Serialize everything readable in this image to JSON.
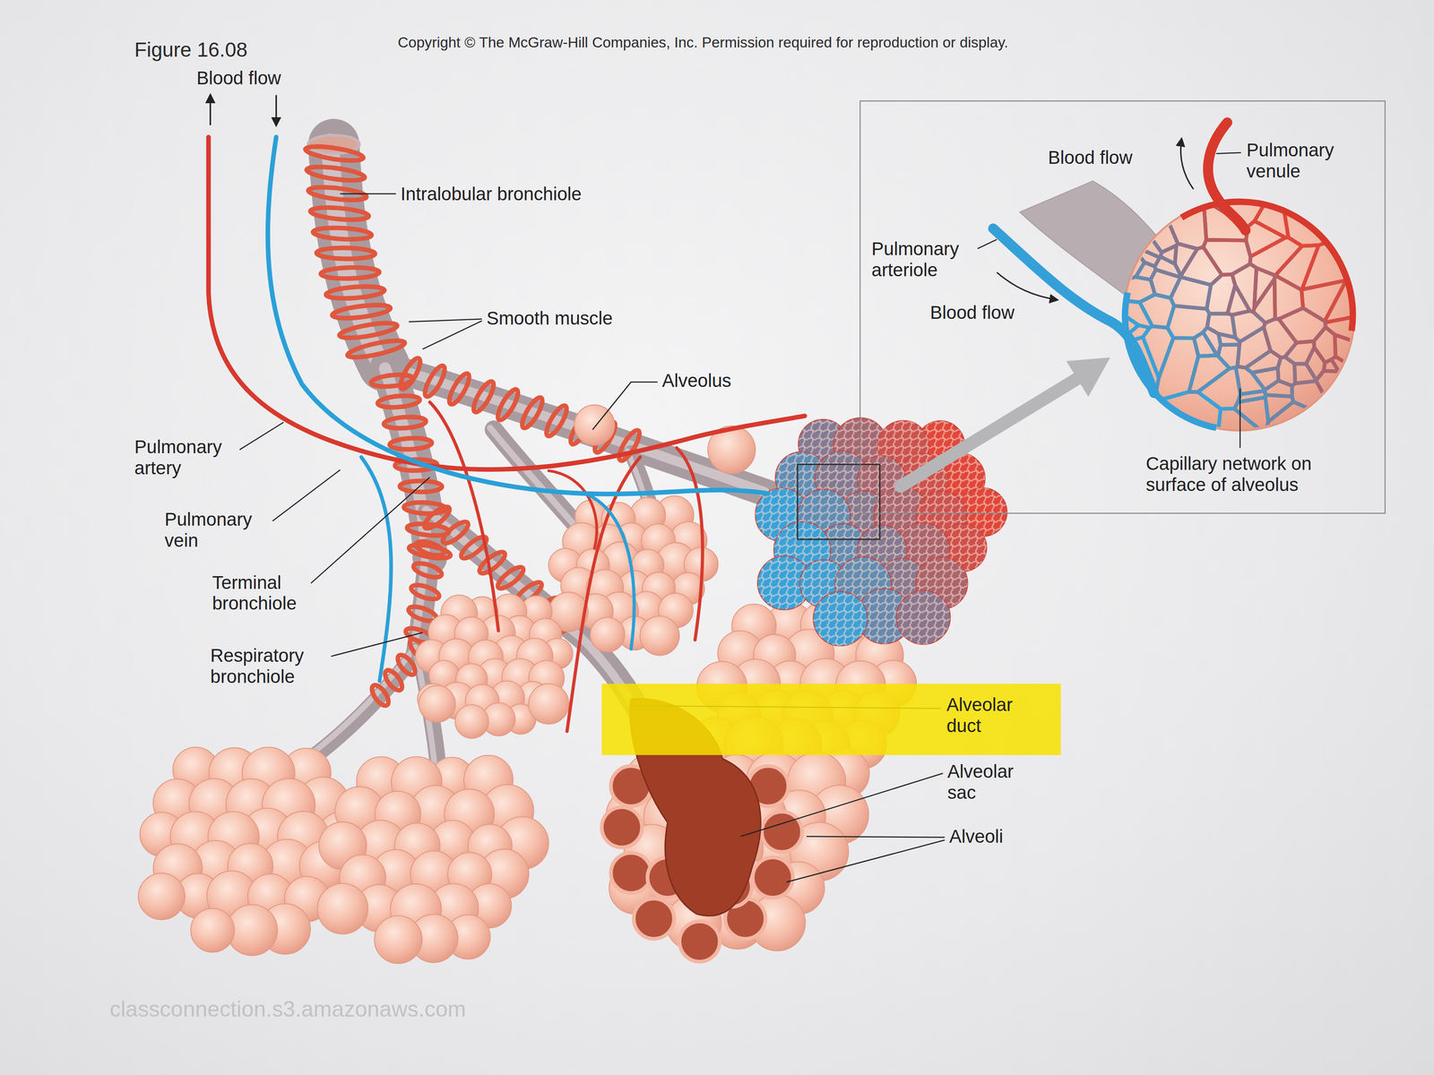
{
  "diagram": {
    "nodes": [
      {
        "text": [
          "Blood flow",
          "Pulmonary venule",
          "Pulmonary arteriole",
          "Blood flow",
          "Capillary network on surface of alveolus"
        ]
      },
      {
        "text": [
          "Alveolar duct"
        ]
      }
    ],
    "labels": [
      "Figure 16.08",
      "Copyright © The McGraw-Hill Companies, Inc. Permission required for reproduction or display.",
      "Blood flow",
      "Intralobular bronchiole",
      "Smooth muscle",
      "Alveolus",
      "Pulmonary artery",
      "Pulmonary vein",
      "Terminal bronchiole",
      "Respiratory bronchiole",
      "Alveolar sac",
      "Alveoli",
      "classconnection.s3.amazonaws.com"
    ]
  }
}
